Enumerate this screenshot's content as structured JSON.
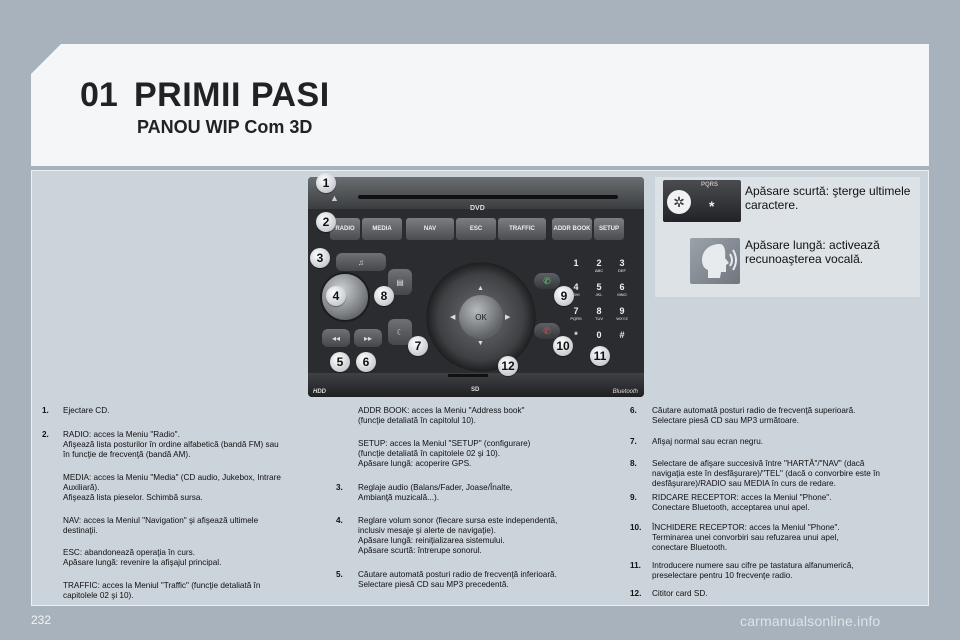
{
  "header": {
    "chapter_number": "01",
    "title": "PRIMII PASI",
    "subtitle": "PANOU WIP Com 3D"
  },
  "radio": {
    "buttons": [
      "RADIO",
      "MEDIA",
      "NAV",
      "ESC",
      "TRAFFIC",
      "ADDR BOOK",
      "SETUP"
    ],
    "ok_label": "OK",
    "dvd_mark": "DVD",
    "hdd_mark": "HDD",
    "sd_mark": "SD",
    "bluetooth_mark": "Bluetooth",
    "keypad": [
      {
        "digit": "1",
        "letters": ""
      },
      {
        "digit": "2",
        "letters": "ABC"
      },
      {
        "digit": "3",
        "letters": "DEF"
      },
      {
        "digit": "4",
        "letters": "GHI"
      },
      {
        "digit": "5",
        "letters": "JKL"
      },
      {
        "digit": "6",
        "letters": "MNO"
      },
      {
        "digit": "7",
        "letters": "PQRS"
      },
      {
        "digit": "8",
        "letters": "TUV"
      },
      {
        "digit": "9",
        "letters": "WXYZ"
      },
      {
        "digit": "*",
        "letters": ""
      },
      {
        "digit": "0",
        "letters": ""
      },
      {
        "digit": "#",
        "letters": ""
      }
    ]
  },
  "callouts": [
    "1",
    "2",
    "3",
    "4",
    "5",
    "6",
    "7",
    "8",
    "9",
    "10",
    "11",
    "12"
  ],
  "right_box": {
    "short_press": "Apăsare scurtă: şterge ultimele caractere.",
    "long_press": "Apăsare lungă: activează recunoaşterea vocală.",
    "icon1_keys": "PQRS"
  },
  "items": {
    "i1": {
      "num": "1.",
      "text": "Ejectare CD."
    },
    "i2": {
      "num": "2.",
      "text": "RADIO: acces la Meniu \"Radio\".\nAfişează lista posturilor în ordine alfabetică (bandă FM) sau\nîn funcţie de frecvenţă (bandă AM)."
    },
    "i2b": {
      "text": "MEDIA: acces la Meniu \"Media\" (CD audio, Jukebox, Intrare\nAuxiliară).\nAfişează lista pieselor. Schimbă sursa."
    },
    "i2c": {
      "text": "NAV: acces la Meniul \"Navigation\" şi afişează ultimele\ndestinaţii."
    },
    "i2d": {
      "text": "ESC: abandonează operaţia în curs.\nApăsare lungă: revenire la afişajul principal."
    },
    "i2e": {
      "text": "TRAFFIC: acces la Meniul \"Traffic\" (funcţie detaliată în\ncapitolele 02 şi 10)."
    },
    "i2f": {
      "text": "ADDR BOOK: acces la Meniu \"Address book\"\n(funcţie detaliată în capitolul 10)."
    },
    "i2g": {
      "text": "SETUP: acces la Meniul \"SETUP\" (configurare)\n(funcţie detaliată în capitolele 02 şi 10).\nApăsare lungă: acoperire GPS."
    },
    "i3": {
      "num": "3.",
      "text": "Reglaje audio (Balans/Fader, Joase/Înalte,\nAmbianţă muzicală...)."
    },
    "i4": {
      "num": "4.",
      "text": "Reglare volum sonor (fiecare sursa este independentă,\ninclusiv mesaje şi alerte de navigaţie).\nApăsare lungă: reiniţializarea sistemului.\nApăsare scurtă: întrerupe sonorul."
    },
    "i5": {
      "num": "5.",
      "text": "Căutare automată posturi radio de frecvenţă inferioară.\nSelectare piesă CD sau MP3 precedentă."
    },
    "i6": {
      "num": "6.",
      "text": "Căutare automată posturi radio de frecvenţă superioară.\nSelectare piesă CD sau MP3 următoare."
    },
    "i7": {
      "num": "7.",
      "text": "Afişaj normal sau ecran negru."
    },
    "i8": {
      "num": "8.",
      "text": "Selectare de afişare succesivă între \"HARTĂ\"/\"NAV\" (dacă\nnavigaţia este în desfăşurare)/\"TEL\" (dacă o convorbire este în\ndesfăşurare)/RADIO sau MEDIA în curs de redare."
    },
    "i9": {
      "num": "9.",
      "text": "RIDCARE RECEPTOR: acces la Meniul \"Phone\".\nConectare Bluetooth, acceptarea unui apel."
    },
    "i10": {
      "num": "10.",
      "text": "ÎNCHIDERE RECEPTOR: acces la Meniul \"Phone\".\nTerminarea unei convorbiri sau refuzarea unui apel,\nconectare Bluetooth."
    },
    "i11": {
      "num": "11.",
      "text": "Introducere numere sau cifre pe tastatura alfanumerică,\npreselectare pentru 10 frecvenţe radio."
    },
    "i12": {
      "num": "12.",
      "text": "Cititor card SD."
    }
  },
  "footer": {
    "page_number": "232",
    "watermark": "carmanualsonline.info"
  }
}
